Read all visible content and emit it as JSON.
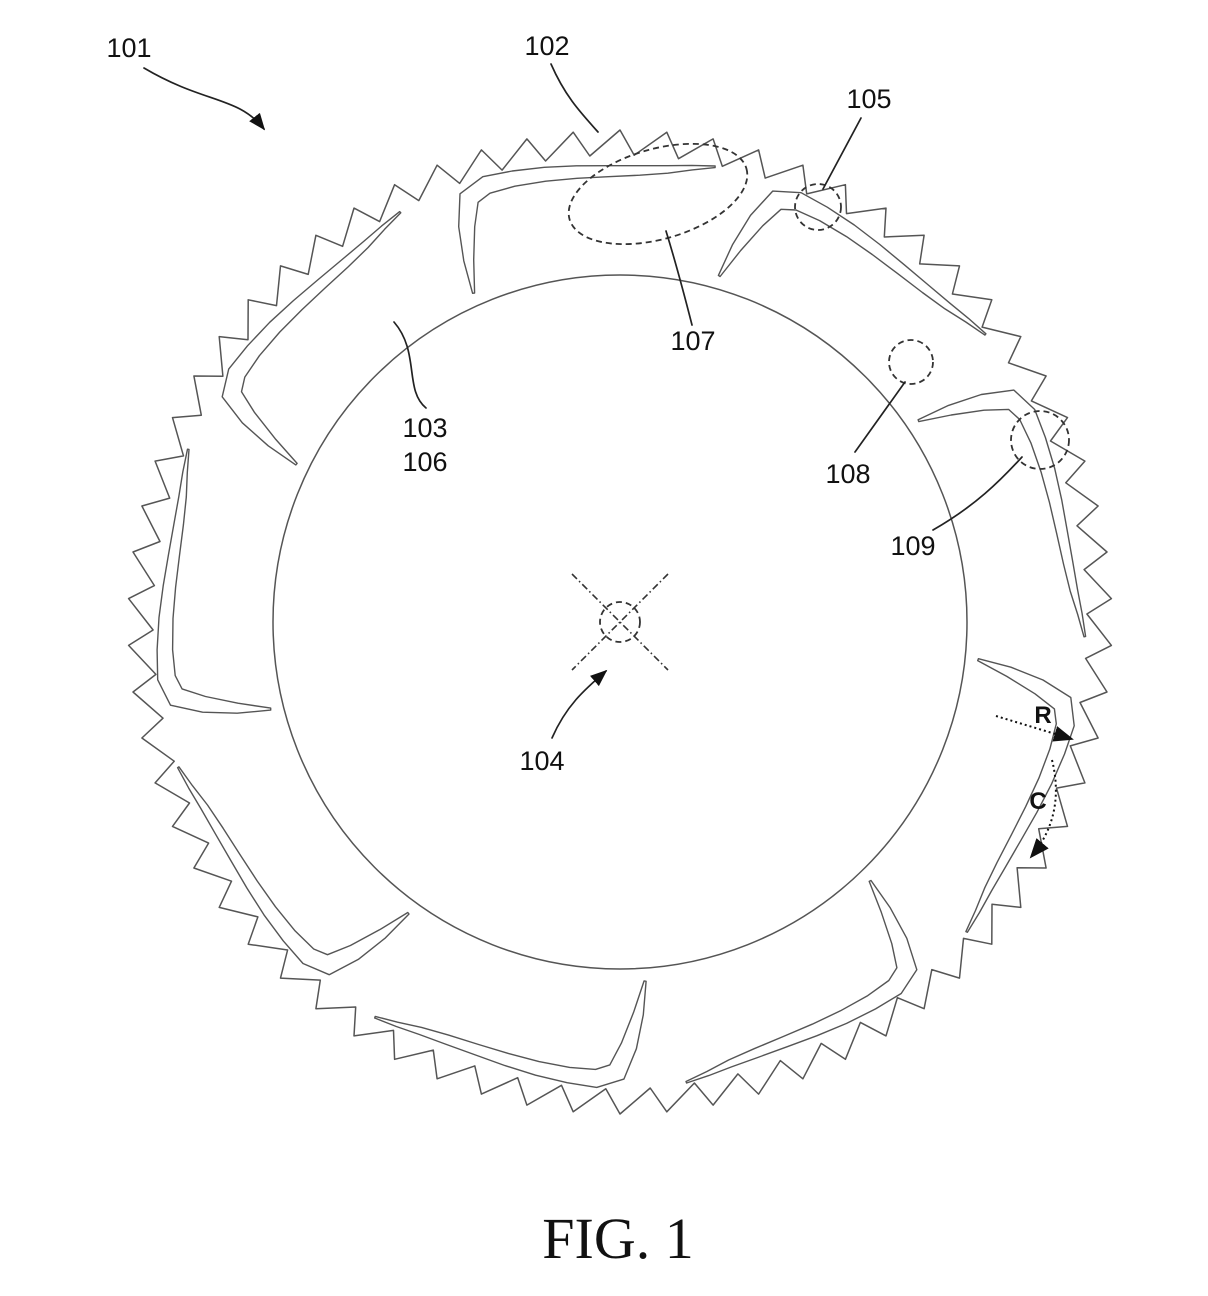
{
  "figure": {
    "caption": "FIG. 1",
    "labels": {
      "l101": "101",
      "l102": "102",
      "l103": "103",
      "l104": "104",
      "l105": "105",
      "l106": "106",
      "l107": "107",
      "l108": "108",
      "l109": "109"
    },
    "dimensions": {
      "radial": "R",
      "chord": "C"
    },
    "colors": {
      "line": "#555555",
      "annotation": "#222222",
      "text": "#111111",
      "background": "#ffffff"
    }
  }
}
